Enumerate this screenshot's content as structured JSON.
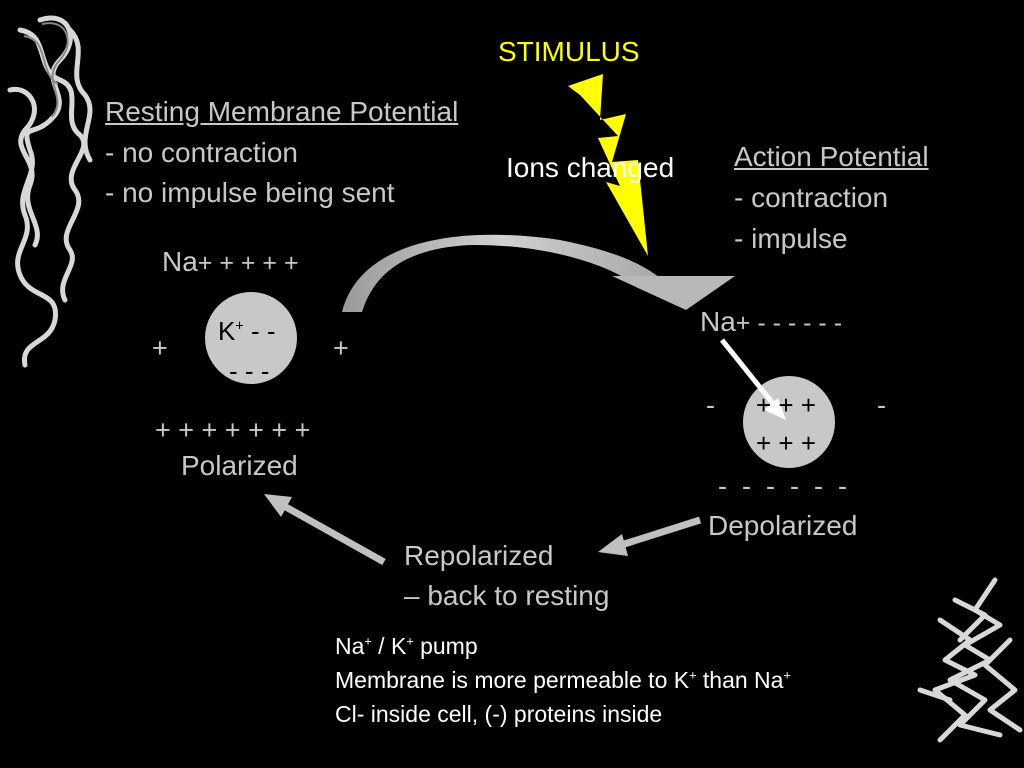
{
  "stimulus": "STIMULUS",
  "ions_changed": "Ions changed",
  "resting": {
    "title": "Resting Membrane Potential",
    "line1": "- no contraction",
    "line2": "- no impulse being sent"
  },
  "action": {
    "title": "Action Potential",
    "line1": "- contraction",
    "line2": "- impulse"
  },
  "polarized": {
    "na_label": "Na",
    "na_charges": "+ + + + +",
    "k_label": "K",
    "k_sup": "+",
    "inner_right": "- -",
    "inner_bottom": "- - -",
    "left_charge": "+",
    "right_charge": "+",
    "bottom_charges": "+ + + + + + +",
    "state": "Polarized"
  },
  "depolarized": {
    "na_label": "Na",
    "na_charges": "+ - - - - - -",
    "inner_top": "+ + +",
    "inner_bottom": "+ + +",
    "left_charge": "-",
    "right_charge": "-",
    "bottom_charges": "-  -  -  -  -  -",
    "state": "Depolarized"
  },
  "repolarized": {
    "line1": "Repolarized",
    "line2": "– back to resting"
  },
  "notes": {
    "line1_a": "Na",
    "line1_b": " / K",
    "line1_c": " pump",
    "sup": "+",
    "line2_a": "Membrane is more permeable to K",
    "line2_b": " than Na",
    "line3": "Cl- inside cell, (-) proteins inside"
  },
  "colors": {
    "background": "#000000",
    "stimulus": "#ffff00",
    "bolt": "#ffff00",
    "cell": "#c8c8c8",
    "arrow": "#c0c0c0"
  }
}
